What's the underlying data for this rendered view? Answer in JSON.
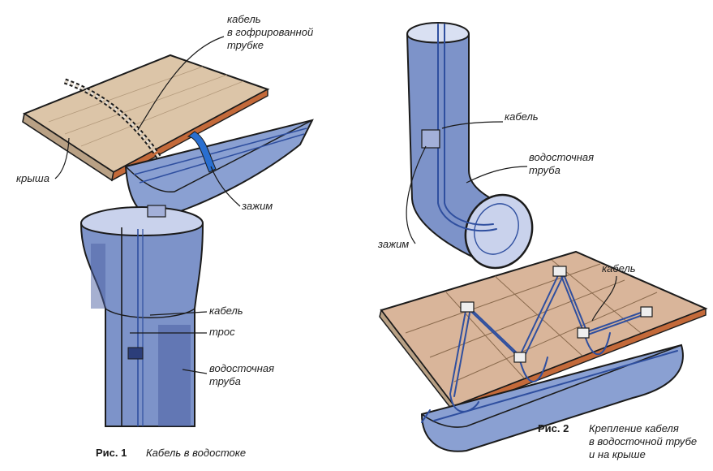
{
  "fig1": {
    "labels": {
      "cable_corrugated_1": "кабель",
      "cable_corrugated_2": "в гофрированной",
      "cable_corrugated_3": "трубке",
      "roof": "крыша",
      "clamp": "зажим",
      "cable": "кабель",
      "rope": "трос",
      "downpipe_1": "водосточная",
      "downpipe_2": "труба"
    },
    "caption_number": "Рис. 1",
    "caption_text": "Кабель в водостоке"
  },
  "fig2": {
    "labels": {
      "cable_top": "кабель",
      "downpipe_1": "водосточная",
      "downpipe_2": "труба",
      "clamp": "зажим",
      "cable_roof": "кабель"
    },
    "caption_number": "Рис. 2",
    "caption_lines": [
      "Крепление кабеля",
      "в водосточной трубе",
      "и на крыше"
    ]
  },
  "colors": {
    "pipe_blue": "#7d93c9",
    "pipe_shadow": "#4d61a3",
    "roof_brown": "#d9b59a",
    "cable_blue": "#2f4f9f",
    "ink": "#1b1b1b"
  }
}
